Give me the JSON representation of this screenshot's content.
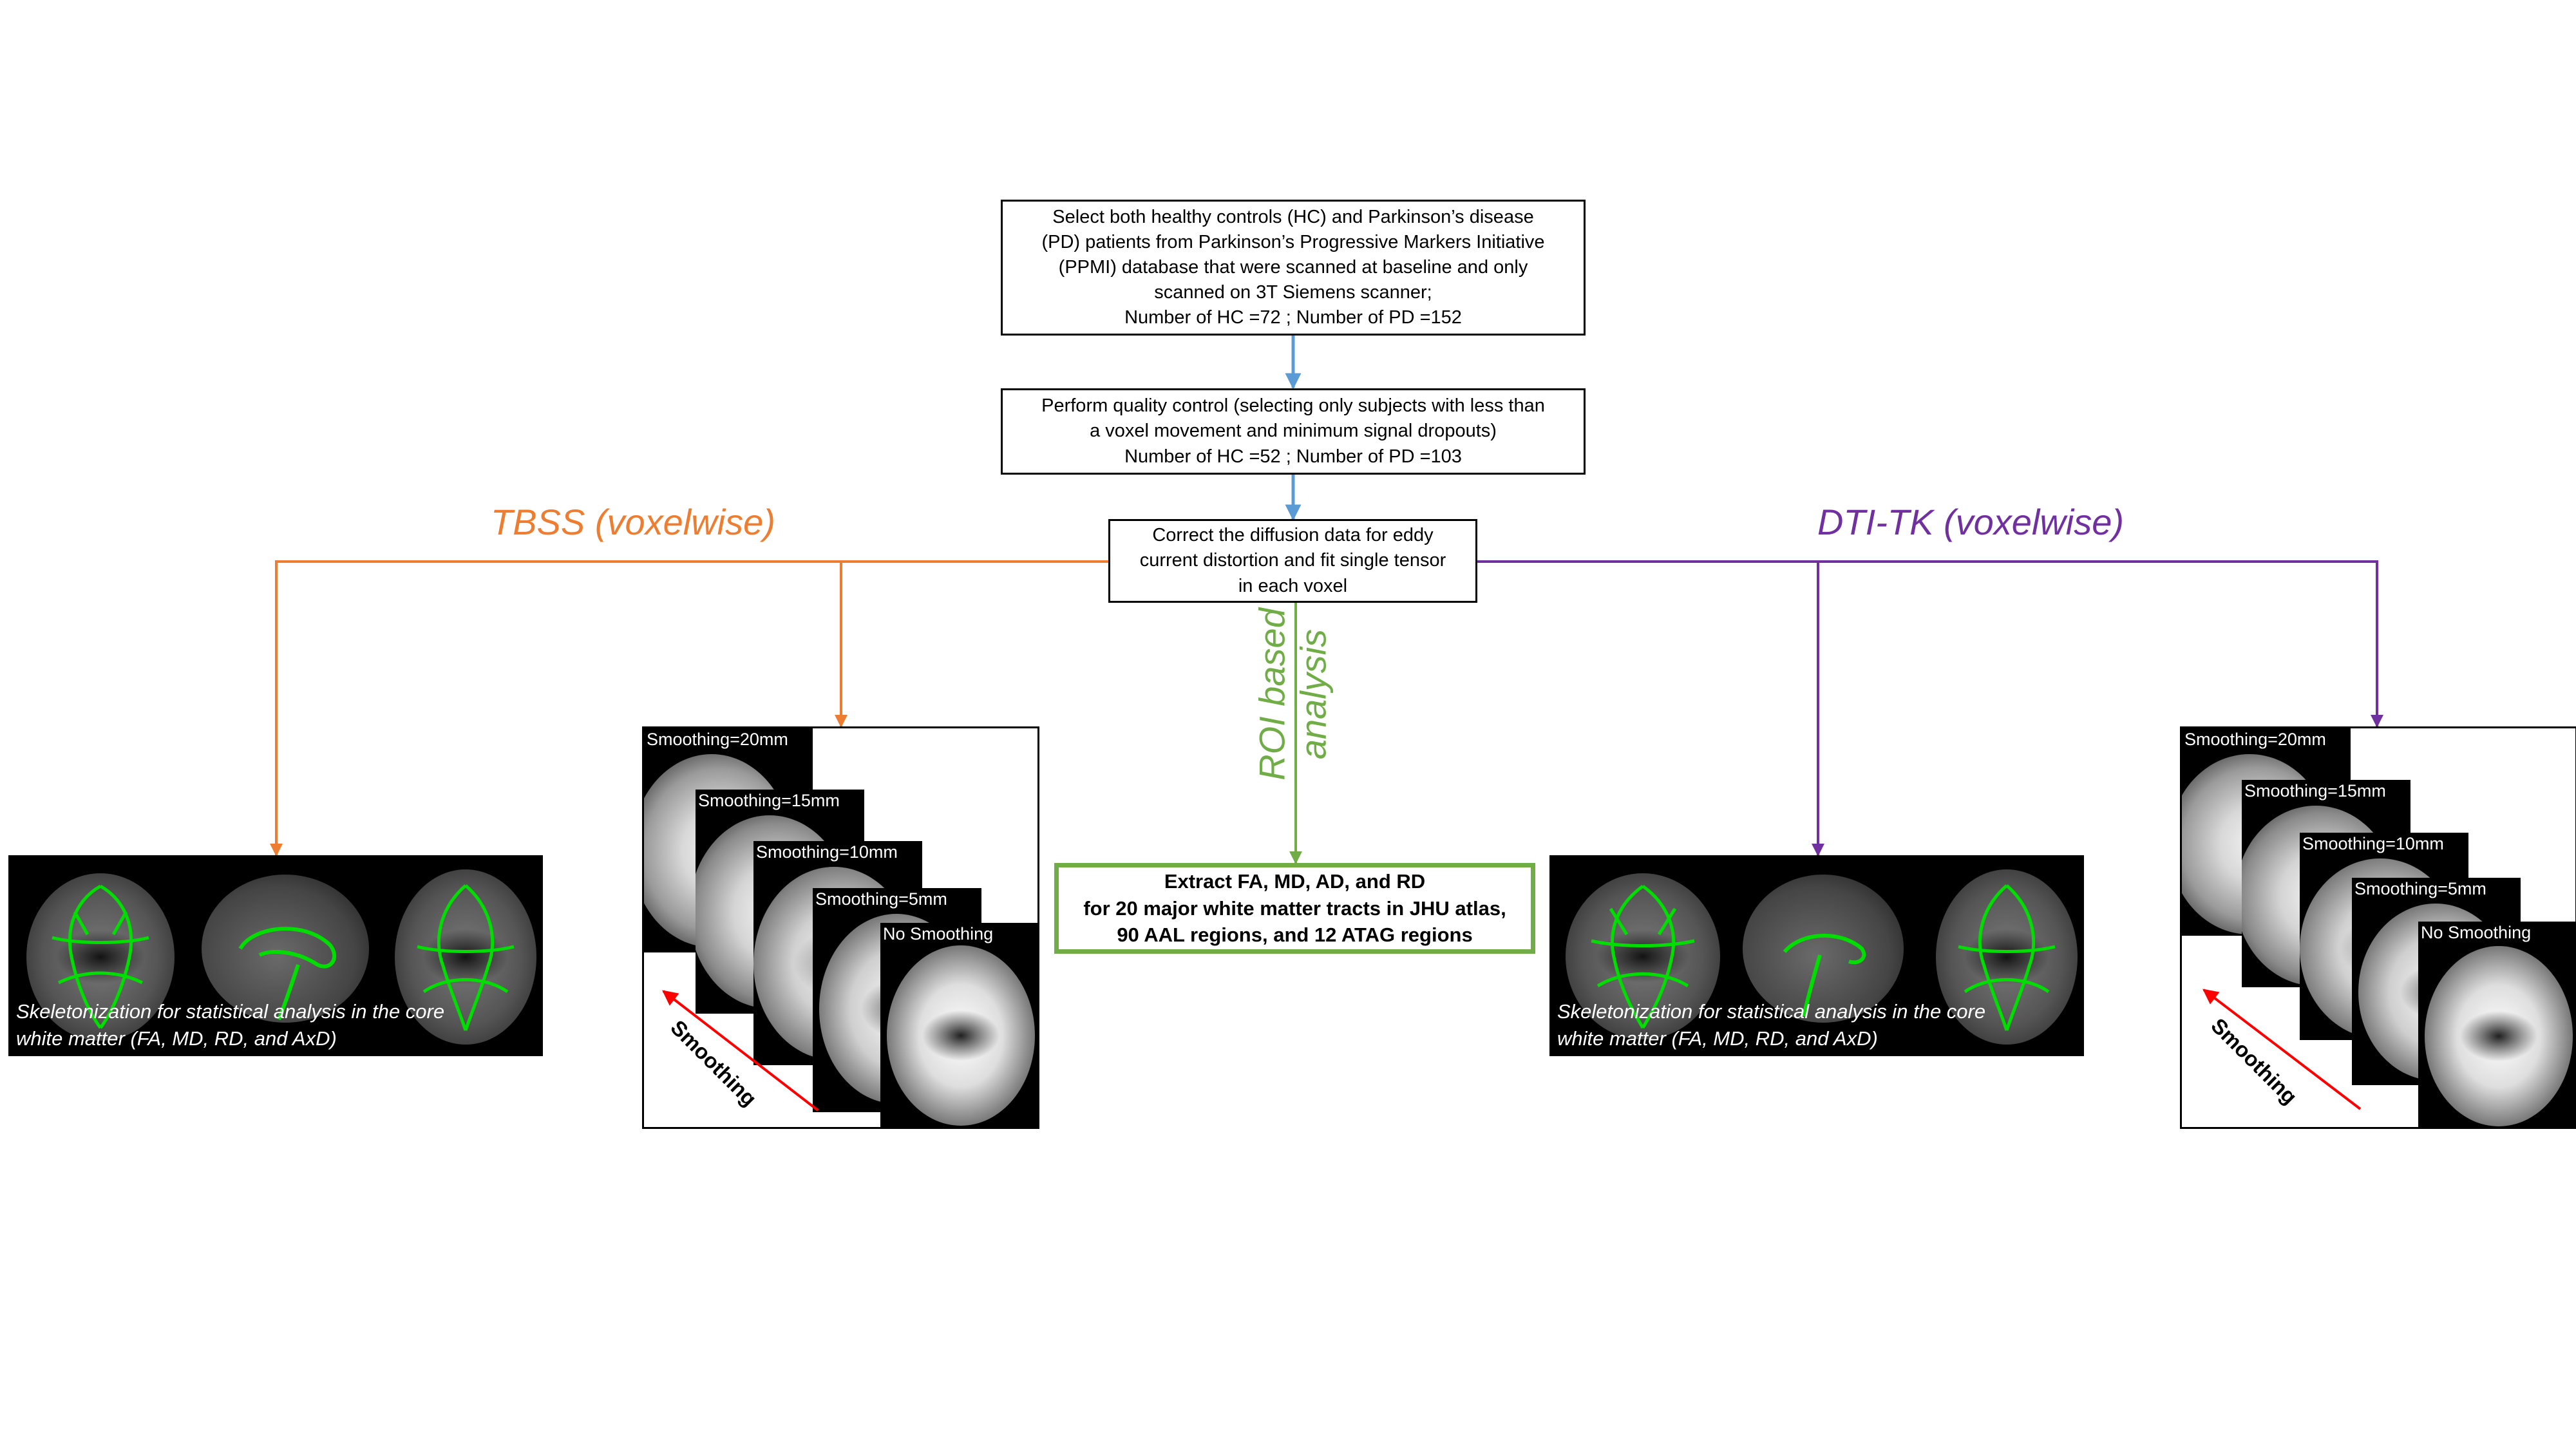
{
  "boxes": {
    "selection": [
      "Select both healthy controls (HC) and Parkinson’s disease",
      "(PD) patients from Parkinson’s Progressive Markers Initiative",
      "(PPMI) database that were scanned at baseline and only",
      "scanned on 3T Siemens scanner;",
      "Number of HC =72 ; Number of PD =152"
    ],
    "quality_control": [
      "Perform quality control (selecting only subjects with less than",
      "a voxel movement and minimum signal dropouts)",
      "Number of HC =52 ; Number of PD =103"
    ],
    "correction": [
      "Correct the diffusion data for eddy",
      "current distortion and fit single tensor",
      "in each voxel"
    ],
    "roi_extract": [
      "Extract FA, MD, AD, and RD",
      "for 20 major white matter tracts in JHU atlas,",
      "90 AAL regions, and 12 ATAG regions"
    ]
  },
  "labels": {
    "tbss": "TBSS (voxelwise)",
    "dtitk": "DTI-TK (voxelwise)",
    "roi": [
      "ROI based",
      "analysis"
    ]
  },
  "tbss_skeleton_caption": [
    "Skeletonization for statistical analysis in the core",
    "white matter (FA, MD, RD, and AxD)"
  ],
  "dtitk_skeleton_caption": [
    "Skeletonization for statistical analysis in the core",
    "white matter (FA, MD, RD, and AxD)"
  ],
  "tbss_smoothing_levels": [
    "Smoothing=20mm",
    "Smoothing=15mm",
    "Smoothing=10mm",
    "Smoothing=5mm",
    "No Smoothing"
  ],
  "dtitk_smoothing_levels": [
    "Smoothing=20mm",
    "Smoothing=15mm",
    "Smoothing=10mm",
    "Smoothing=5mm",
    "No Smoothing"
  ],
  "smoothing_arrow_label": "Smoothing",
  "colors": {
    "tbss": "#ed7d31",
    "dtitk": "#7030a0",
    "roi": "#70ad47",
    "main_flow": "#5b9bd5",
    "skeleton": "#00dd00",
    "smoothing_arrow": "#ff0000"
  }
}
